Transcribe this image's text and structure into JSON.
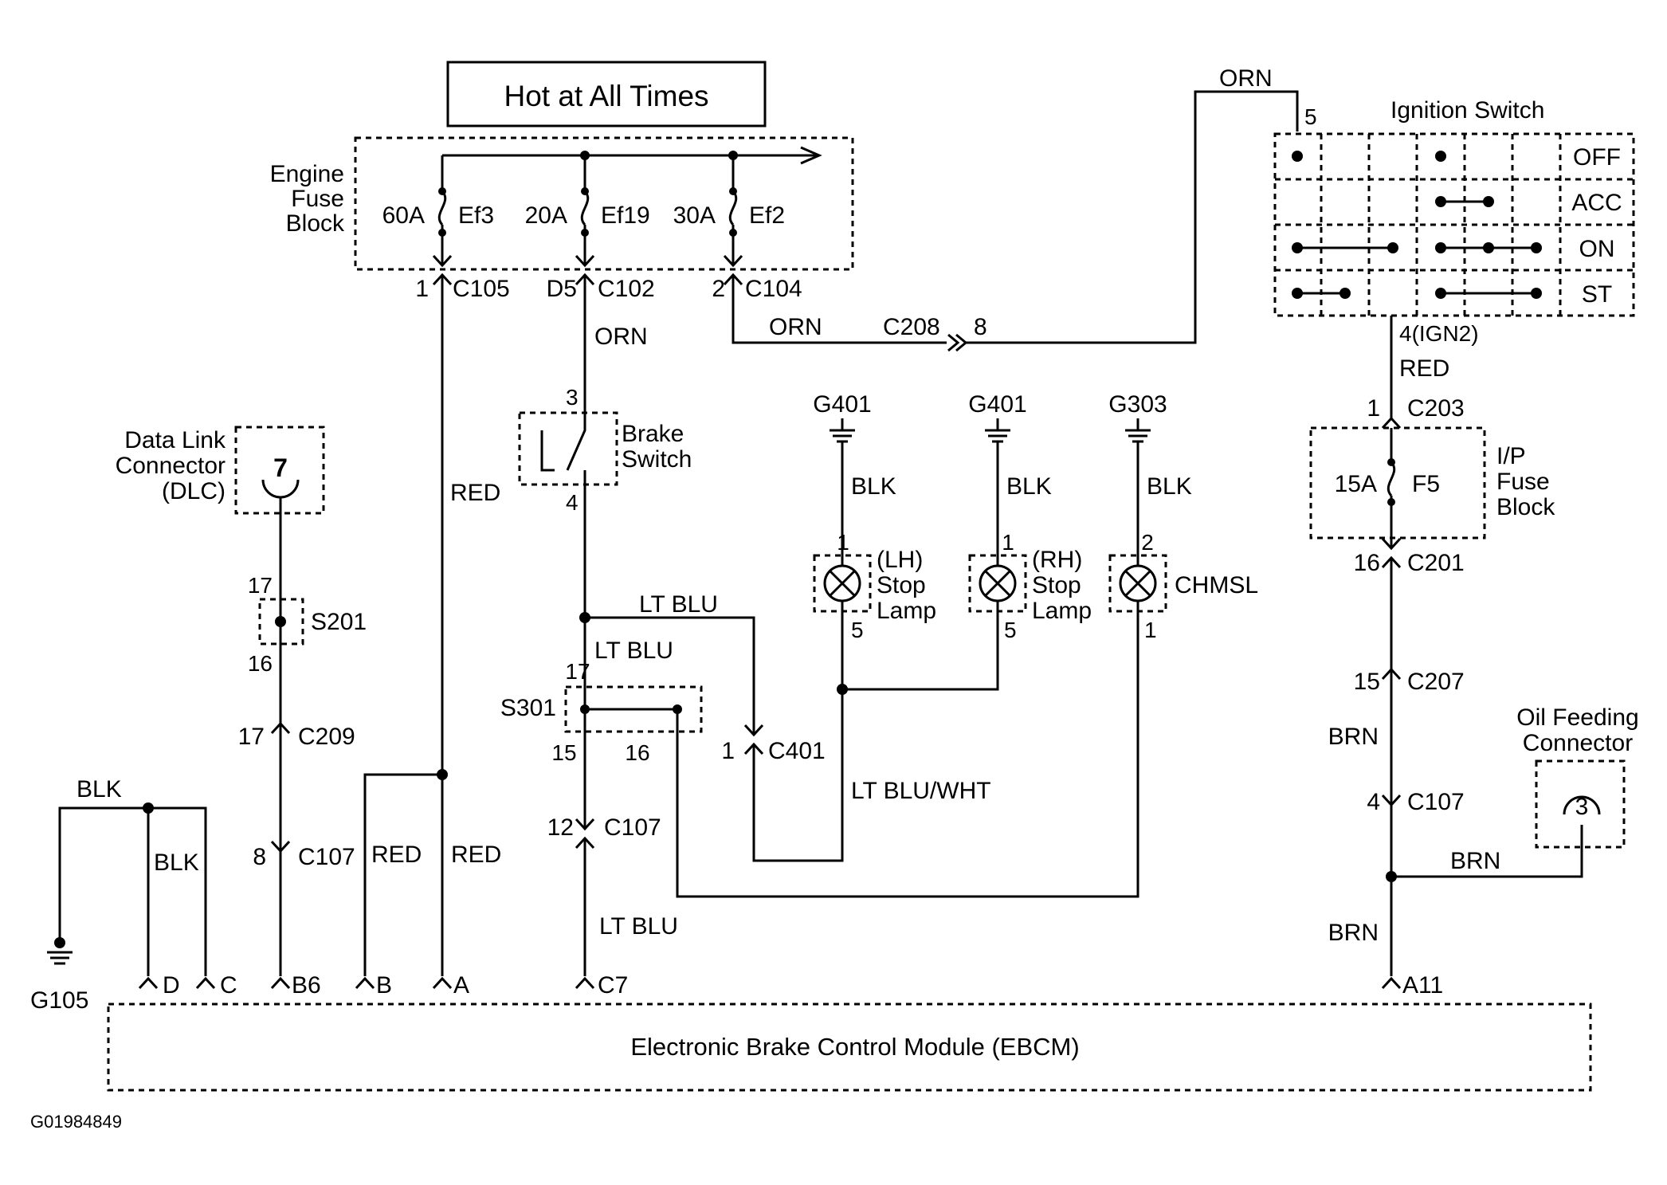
{
  "title_box": "Hot at All Times",
  "engine_fuse_block": {
    "label": [
      "Engine",
      "Fuse",
      "Block"
    ],
    "fuses": [
      {
        "rating": "60A",
        "name": "Ef3"
      },
      {
        "rating": "20A",
        "name": "Ef19"
      },
      {
        "rating": "30A",
        "name": "Ef2"
      }
    ]
  },
  "connectors": {
    "c105_pin": "1",
    "c105": "C105",
    "c102_pin": "D5",
    "c102": "C102",
    "c104_pin": "2",
    "c104": "C104",
    "c208": "C208",
    "c208_pin": "8",
    "c203_pin": "1",
    "c203": "C203",
    "c201_pin": "16",
    "c201": "C201",
    "c207_pin": "15",
    "c207": "C207",
    "c107_right_pin": "4",
    "c107_right": "C107",
    "c209_pin": "17",
    "c209": "C209",
    "c107_left_pin": "8",
    "c107_left": "C107",
    "c107_mid_pin": "12",
    "c107_mid": "C107",
    "c401_pin": "1",
    "c401": "C401"
  },
  "ignition_switch": {
    "label": "Ignition Switch",
    "positions": [
      "OFF",
      "ACC",
      "ON",
      "ST"
    ],
    "pin_in": "5",
    "pin_out": "4(IGN2)"
  },
  "ip_fuse_block": {
    "label": [
      "I/P",
      "Fuse",
      "Block"
    ],
    "rating": "15A",
    "name": "F5"
  },
  "dlc": {
    "label": [
      "Data Link",
      "Connector",
      "(DLC)"
    ],
    "pin": "7"
  },
  "s201": {
    "name": "S201",
    "pin_top": "17",
    "pin_bottom": "16"
  },
  "s301": {
    "name": "S301",
    "pin_top": "17",
    "pin_left": "15",
    "pin_right": "16"
  },
  "brake_switch": {
    "label": [
      "Brake",
      "Switch"
    ],
    "pin_top": "3",
    "pin_bottom": "4"
  },
  "grounds": {
    "g401_a": "G401",
    "g401_b": "G401",
    "g303": "G303",
    "g105": "G105"
  },
  "lamps": [
    {
      "label": [
        "(LH)",
        "Stop",
        "Lamp"
      ],
      "pin_top": "1",
      "pin_bottom": "5"
    },
    {
      "label": [
        "(RH)",
        "Stop",
        "Lamp"
      ],
      "pin_top": "1",
      "pin_bottom": "5"
    },
    {
      "label": [
        "CHMSL"
      ],
      "pin_top": "2",
      "pin_bottom": "1"
    }
  ],
  "oil_feeding_connector": {
    "label": [
      "Oil Feeding",
      "Connector"
    ],
    "pin": "3"
  },
  "wire_colors": {
    "orn_top": "ORN",
    "orn_c102": "ORN",
    "orn_c104": "ORN",
    "red_ign": "RED",
    "red_c105": "RED",
    "red_b": "RED",
    "red_a": "RED",
    "blk_g401a": "BLK",
    "blk_g401b": "BLK",
    "blk_g303": "BLK",
    "blk_top": "BLK",
    "blk_d": "BLK",
    "ltblu_top": "LT BLU",
    "ltblu_mid": "LT BLU",
    "ltblu_bottom": "LT BLU",
    "ltblu_wht": "LT BLU/WHT",
    "brn_c207": "BRN",
    "brn_oil": "BRN",
    "brn_bottom": "BRN"
  },
  "ebcm": {
    "label": "Electronic Brake Control Module (EBCM)",
    "pins": [
      "D",
      "C",
      "B6",
      "B",
      "A",
      "C7",
      "A11"
    ]
  },
  "figure_id": "G01984849"
}
